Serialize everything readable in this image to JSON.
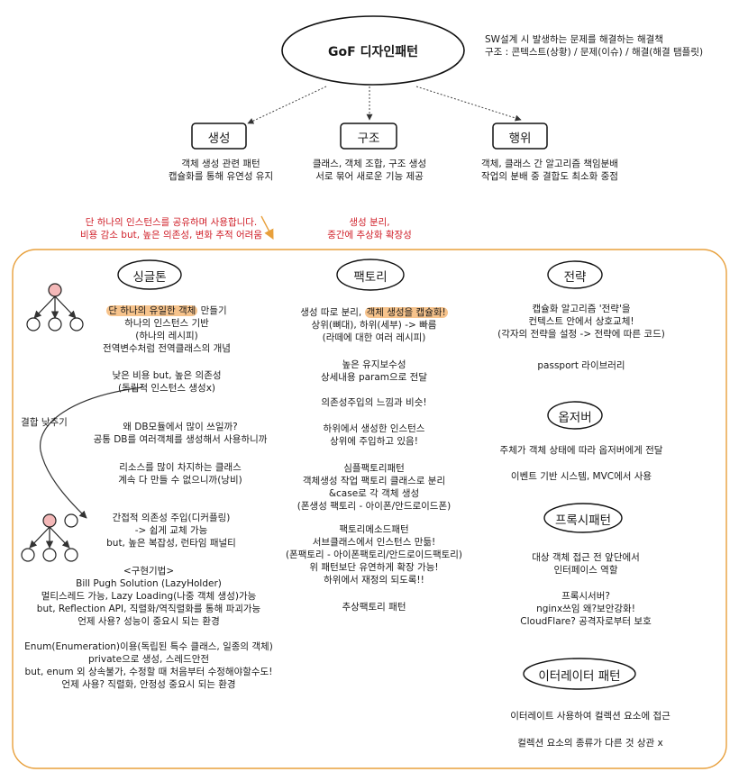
{
  "root": {
    "title": "GoF 디자인패턴",
    "desc1": "SW설계 시 발생하는 문제를 해결하는 해결책",
    "desc2": "구조 : 콘텍스트(상황) / 문제(이슈) / 해결(해결 탬플릿)"
  },
  "categories": {
    "creational": {
      "label": "생성",
      "d1": "객체 생성 관련 패턴",
      "d2": "캡슐화를 통해 유연성 유지"
    },
    "structural": {
      "label": "구조",
      "d1": "클래스, 객체 조합, 구조 생성",
      "d2": "서로 묶어 새로운 기능 제공"
    },
    "behavioral": {
      "label": "행위",
      "d1": "객체, 클래스 간 알고리즘 책임분배",
      "d2": "작업의 분배 중 결합도 최소화 중점"
    }
  },
  "notes": {
    "singleton_note1": "단 하나의 인스턴스를 공유하며 사용합니다.",
    "singleton_note2": "비용 감소 but, 높은 의존성, 변화 추적 어려움",
    "factory_note1": "생성 분리,",
    "factory_note2": "중간에 추상화 확장성"
  },
  "singleton": {
    "title": "싱글톤",
    "highlight": "단 하나의 유일한 객체",
    "line1_rest": " 만들기",
    "lines_a": [
      "하나의 인스턴스 기반",
      "(하나의 레시피)",
      "전역변수처럼 전역클래스의 개념"
    ],
    "lines_b": [
      "낮은 비용 but, 높은 의존성",
      "(독립적 인스턴스 생성x)"
    ],
    "lines_c": [
      "왜 DB모듈에서 많이 쓰일까?",
      "공통 DB를 여러객체를 생성해서 사용하니까"
    ],
    "lines_d": [
      "리소스를 많이 차지하는 클래스",
      "계속 다 만들 수 없으니까(낭비)"
    ],
    "lines_e": [
      "간접적 의존성 주입(디커플링)",
      "-> 쉽게 교체 가능",
      "but, 높은 복잡성, 런타임 패널티"
    ],
    "lines_f": [
      "<구현기법>",
      "Bill Pugh Solution (LazyHolder)",
      "멀티스레드 가능, Lazy Loading(나중 객체 생성)가능",
      "but, Reflection API, 직렬화/역직렬화를 통해 파괴가능",
      "언제 사용? 성능이 중요시 되는 환경"
    ],
    "lines_g": [
      "Enum(Enumeration)이용(독립된 특수 클래스, 일종의 객체)",
      "private으로 생성, 스레드안전",
      "but, enum 외 상속불가, 수정할 때 처음부터 수정해야할수도!",
      "언제 사용? 직렬화, 안정성 중요시 되는 환경"
    ],
    "side_label": "결합 낮추기"
  },
  "factory": {
    "title": "팩토리",
    "l1_pre": "생성 따로 분리, ",
    "l1_highlight": "객체 생성을 캡슐화!",
    "lines_a": [
      "상위(뼈대), 하위(세부) -> 빠름",
      "(라떼에 대한 여러 레시피)"
    ],
    "lines_b": [
      "높은 유지보수성",
      "상세내용 param으로 전달"
    ],
    "lines_c": [
      "의존성주입의 느낌과 비슷!"
    ],
    "lines_d": [
      "하위에서 생성한 인스턴스",
      "상위에 주입하고 있음!"
    ],
    "lines_e": [
      "심플팩토리패턴",
      "객체생성 작업 팩토리 클래스로 분리",
      "&case로 각 객체 생성",
      "(폰생성 팩토리 - 아이폰/안드로이드폰)"
    ],
    "lines_f": [
      "팩토리메소드패턴",
      "서브클래스에서 인스턴스 만듦!",
      "(폰팩토리 - 아이폰팩토리/안드로이드팩토리)",
      "위 패턴보단 유연하게 확장 가능!",
      "하위에서 재정의 되도록!!"
    ],
    "lines_g": [
      "추상팩토리 패턴"
    ]
  },
  "strategy": {
    "title": "전략",
    "lines_a": [
      "캡슐화 알고리즘 '전략'을",
      "컨텍스트 안에서 상호교체!",
      "(각자의 전략을 설정 -> 전략에 따른 코드)"
    ],
    "lines_b": [
      "passport 라이브러리"
    ]
  },
  "observer": {
    "title": "옵저버",
    "lines_a": [
      "주체가 객체 상태에 따라 옵저버에게 전달"
    ],
    "lines_b": [
      "이벤트 기반 시스템, MVC에서 사용"
    ]
  },
  "proxy": {
    "title": "프록시패턴",
    "lines_a": [
      "대상 객체 접근 전 앞단에서",
      "인터페이스 역할"
    ],
    "lines_b": [
      "프록시서버?",
      "nginx쓰임 왜?보안강화!",
      "CloudFlare? 공격자로부터 보호"
    ]
  },
  "iterator": {
    "title": "이터레이터 패턴",
    "lines_a": [
      "이터레이트 사용하여 컬렉션 요소에 접근"
    ],
    "lines_b": [
      "컬렉션 요소의 종류가 다른 것 상관 x"
    ]
  },
  "colors": {
    "accent_orange": "#e8a03c",
    "highlight": "#f6c38c",
    "note_red": "#d0202a",
    "node_pink": "#f4b8b8"
  }
}
